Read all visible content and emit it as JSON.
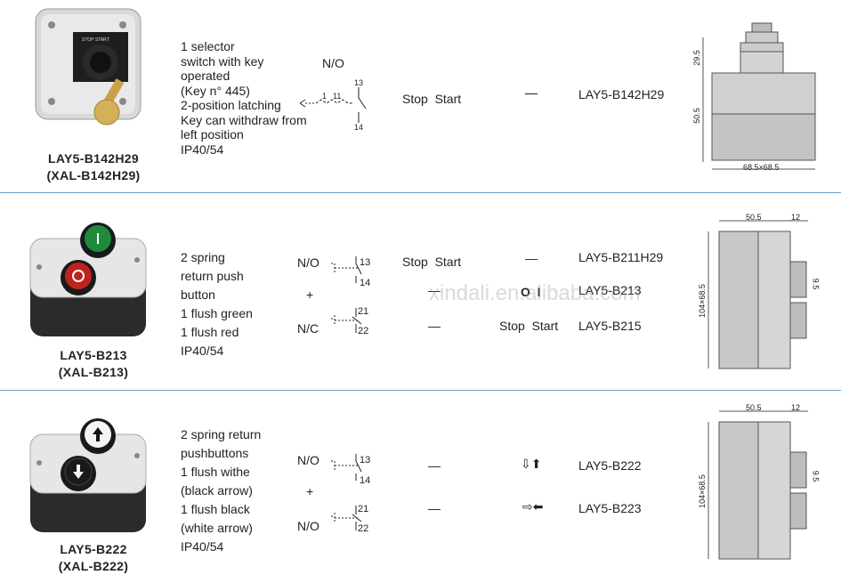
{
  "rows": [
    {
      "model": "LAY5-B142H29",
      "alt_model": "(XAL-B142H29)",
      "description": [
        "1 selector",
        "switch with key",
        "operated",
        "(Key n° 445)",
        "2-position latching",
        "Key can withdraw from",
        "left position",
        "IP40/54"
      ],
      "contact": "N/O",
      "terminals": [
        "13",
        "14"
      ],
      "cam_labels": [
        "1",
        "11"
      ],
      "function": "Stop  Start",
      "symbol": "—",
      "part": "LAY5-B142H29",
      "dims": {
        "height_top": "29.5",
        "height_body": "50.5",
        "base": "68.5×68.5"
      },
      "device_label": "STOP  START"
    },
    {
      "model": "LAY5-B213",
      "alt_model": "(XAL-B213)",
      "description": [
        "2 spring",
        "return push",
        "button",
        "1 flush green",
        "1 flush red",
        "IP40/54"
      ],
      "contacts": [
        {
          "type": "N/O",
          "terminals": [
            "13",
            "14"
          ]
        },
        {
          "type": "N/C",
          "terminals": [
            "21",
            "22"
          ]
        }
      ],
      "plus": "+",
      "options": [
        {
          "function": "Stop  Start",
          "symbol": "—",
          "part": "LAY5-B211H29"
        },
        {
          "function": "—",
          "symbol": "O  I",
          "part": "LAY5-B213"
        },
        {
          "function": "—",
          "symbol": "Stop  Start",
          "part": "LAY5-B215"
        }
      ],
      "dims": {
        "depth": "50.5",
        "protrusion": "12",
        "side": "104×68.5",
        "button": "9.5"
      }
    },
    {
      "model": "LAY5-B222",
      "alt_model": "(XAL-B222)",
      "description": [
        "2 spring return",
        "pushbuttons",
        "1 flush withe",
        "(black arrow)",
        "1 flush black",
        "(white arrow)",
        "IP40/54"
      ],
      "contacts": [
        {
          "type": "N/O",
          "terminals": [
            "13",
            "14"
          ]
        },
        {
          "type": "N/O",
          "terminals": [
            "21",
            "22"
          ]
        }
      ],
      "plus": "+",
      "options": [
        {
          "function": "—",
          "symbol": "⇩⬆",
          "part": "LAY5-B222"
        },
        {
          "function": "—",
          "symbol": "⇨⬅",
          "part": "LAY5-B223"
        }
      ],
      "dims": {
        "depth": "50.5",
        "protrusion": "12",
        "side": "104×68.5",
        "button": "9.5"
      }
    }
  ],
  "watermark": "xindali.en.alibaba.com",
  "colors": {
    "separator": "#6f9fc6",
    "green": "#1f8a3c",
    "red": "#c0231d",
    "body_grey": "#c9c9c9"
  }
}
